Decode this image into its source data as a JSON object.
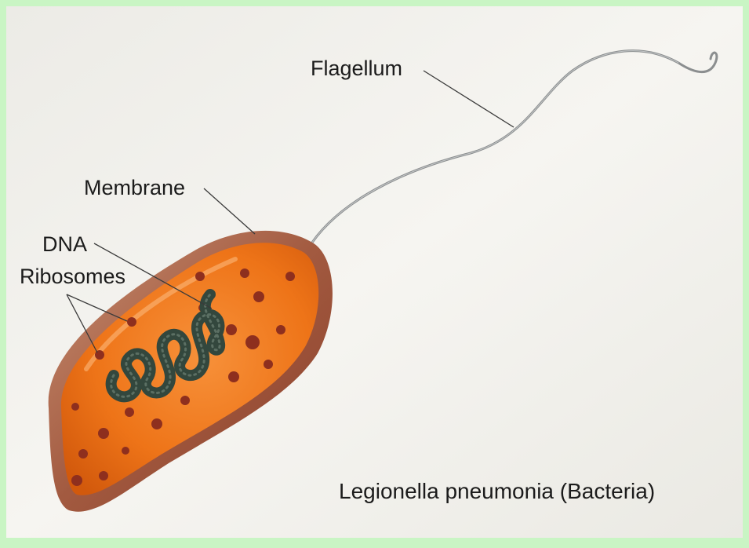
{
  "labels": {
    "flagellum": "Flagellum",
    "membrane": "Membrane",
    "dna": "DNA",
    "ribosomes": "Ribosomes"
  },
  "caption": "Legionella pneumonia (Bacteria)",
  "colors": {
    "frame": "#c9f5c4",
    "background": "#f3f2ee",
    "cytoplasm": "#f07a1c",
    "membrane": "#a0523c",
    "dna": "#33473d",
    "ribosome": "#8e2f1e",
    "flagellum": "#8b8e8f",
    "leader_line": "#3a3a3a",
    "text": "#1b1b1b"
  }
}
